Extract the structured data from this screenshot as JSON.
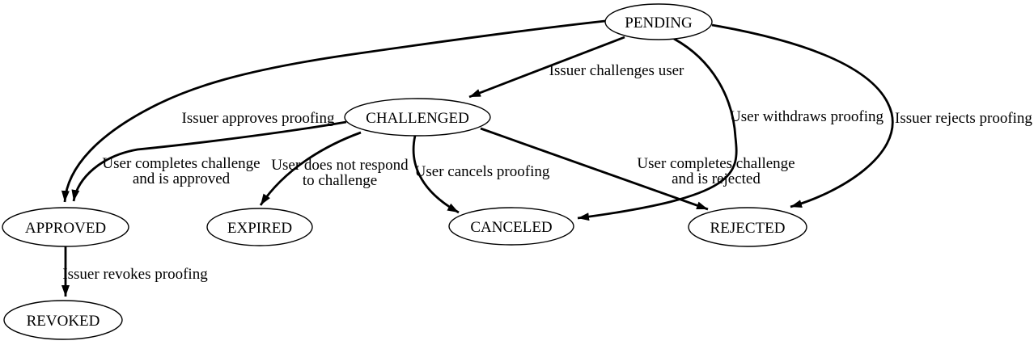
{
  "diagram": {
    "type": "state-transition-diagram",
    "background_color": "#ffffff",
    "node_fill_color": "#ffffff",
    "line_color": "#000000",
    "text_color": "#000000",
    "nodes": {
      "pending": {
        "label": "PENDING"
      },
      "challenged": {
        "label": "CHALLENGED"
      },
      "approved": {
        "label": "APPROVED"
      },
      "expired": {
        "label": "EXPIRED"
      },
      "canceled": {
        "label": "CANCELED"
      },
      "rejected": {
        "label": "REJECTED"
      },
      "revoked": {
        "label": "REVOKED"
      }
    },
    "edges": {
      "pending_challenged": {
        "from": "PENDING",
        "to": "CHALLENGED",
        "label": "Issuer challenges user"
      },
      "pending_approved": {
        "from": "PENDING",
        "to": "APPROVED",
        "label": "Issuer approves proofing"
      },
      "pending_canceled": {
        "from": "PENDING",
        "to": "CANCELED",
        "label": "User withdraws proofing"
      },
      "pending_rejected": {
        "from": "PENDING",
        "to": "REJECTED",
        "label": "Issuer rejects proofing"
      },
      "challenged_approved": {
        "from": "CHALLENGED",
        "to": "APPROVED",
        "label_line1": "User completes challenge",
        "label_line2": "and is approved"
      },
      "challenged_expired": {
        "from": "CHALLENGED",
        "to": "EXPIRED",
        "label_line1": "User does not respond",
        "label_line2": "to challenge"
      },
      "challenged_canceled": {
        "from": "CHALLENGED",
        "to": "CANCELED",
        "label": "User cancels proofing"
      },
      "challenged_rejected": {
        "from": "CHALLENGED",
        "to": "REJECTED",
        "label_line1": "User completes challenge",
        "label_line2": "and is rejected"
      },
      "approved_revoked": {
        "from": "APPROVED",
        "to": "REVOKED",
        "label": "Issuer revokes proofing"
      }
    }
  }
}
